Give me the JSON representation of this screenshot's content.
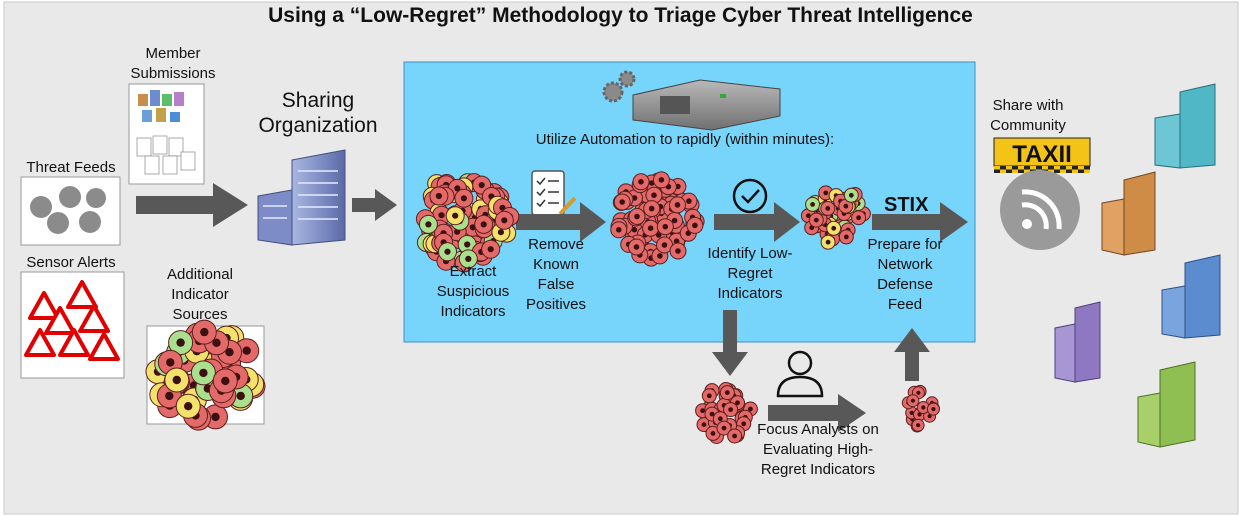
{
  "title": "Using a “Low-Regret” Methodology to Triage Cyber Threat Intelligence",
  "sources": {
    "member_submissions": "Member Submissions",
    "threat_feeds": "Threat Feeds",
    "sensor_alerts": "Sensor Alerts",
    "additional_sources": "Additional Indicator Sources"
  },
  "org": {
    "label": "Sharing Organization"
  },
  "automation": {
    "header": "Utilize Automation to rapidly (within minutes):",
    "step_extract": "Extract Suspicious Indicators",
    "step_remove": "Remove Known False Positives",
    "step_identify": "Identify Low-Regret Indicators",
    "step_prepare": "Prepare for Network Defense Feed"
  },
  "analyst": {
    "label": "Focus Analysts on Evaluating High-Regret Indicators"
  },
  "share": {
    "label": "Share with Community"
  },
  "logos": {
    "taxii": "TAXII",
    "stix": "STIX"
  },
  "icons": {
    "threat_feeds": "rss-feed-icon",
    "sensor_alerts": "warning-triangle-icon",
    "automation": "server-gears-icon",
    "checklist": "checklist-icon",
    "check": "check-circle-icon",
    "analyst": "person-icon",
    "share": "rss-feed-icon"
  },
  "colors": {
    "panel": "#77d4fb",
    "arrow": "#585858",
    "indicator_red": "#e46a6a",
    "indicator_green": "#a8e08e",
    "indicator_yellow": "#f2e26b",
    "alert_red": "#e00000"
  }
}
